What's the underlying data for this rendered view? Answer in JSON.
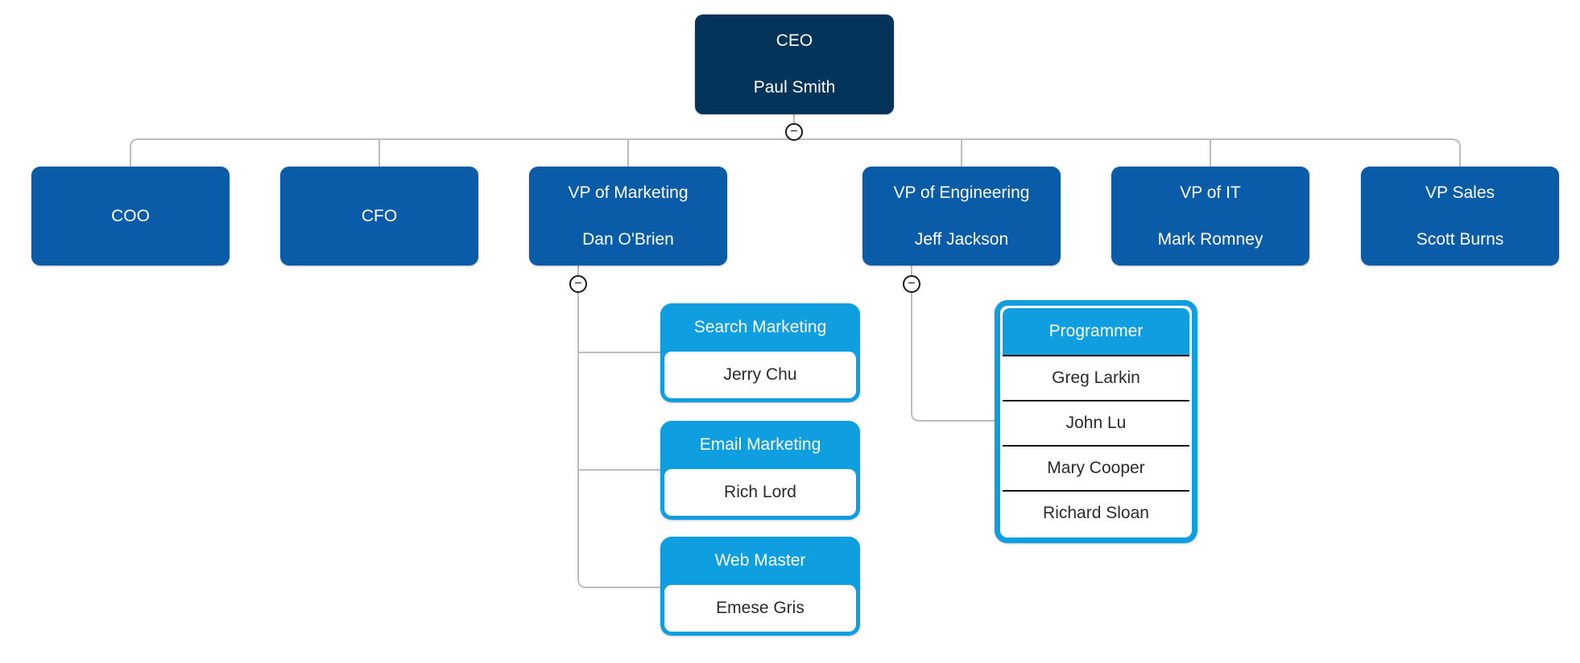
{
  "palette": {
    "ceo_fill": "#04345a",
    "executive_fill": "#0b5ca8",
    "accent_fill": "#0f9fe1",
    "connector_line": "#bdbdbd",
    "text_light": "#ffffff",
    "text_dark": "#2b2b2b"
  },
  "chart": {
    "ceo": {
      "title": "CEO",
      "name": "Paul Smith"
    },
    "executives": [
      {
        "title": "COO"
      },
      {
        "title": "CFO"
      },
      {
        "title": "VP of Marketing",
        "name": "Dan O'Brien"
      },
      {
        "title": "VP of Engineering",
        "name": "Jeff Jackson"
      },
      {
        "title": "VP of IT",
        "name": "Mark Romney"
      },
      {
        "title": "VP Sales",
        "name": "Scott Burns"
      }
    ],
    "marketing_children": [
      {
        "title": "Search Marketing",
        "name": "Jerry Chu"
      },
      {
        "title": "Email Marketing",
        "name": "Rich Lord"
      },
      {
        "title": "Web Master",
        "name": "Emese Gris"
      }
    ],
    "engineering_team": {
      "title": "Programmer",
      "members": [
        "Greg Larkin",
        "John Lu",
        "Mary Cooper",
        "Richard Sloan"
      ]
    },
    "collapse_glyph": "−"
  }
}
